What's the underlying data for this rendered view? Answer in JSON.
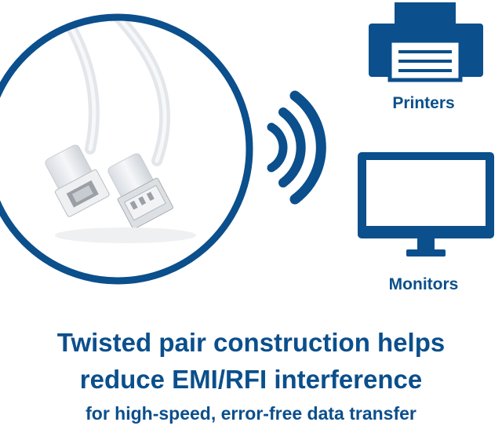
{
  "colors": {
    "brand": "#0b4f8c",
    "background": "#ffffff"
  },
  "icons": [
    "usb-cable-image",
    "wireless-signal-icon",
    "printer-icon",
    "monitor-icon"
  ],
  "devices": {
    "printers_label": "Printers",
    "monitors_label": "Monitors"
  },
  "headline": {
    "line1": "Twisted pair construction helps",
    "line2": "reduce EMI/RFI interference",
    "line3": "for high-speed, error-free data transfer"
  }
}
